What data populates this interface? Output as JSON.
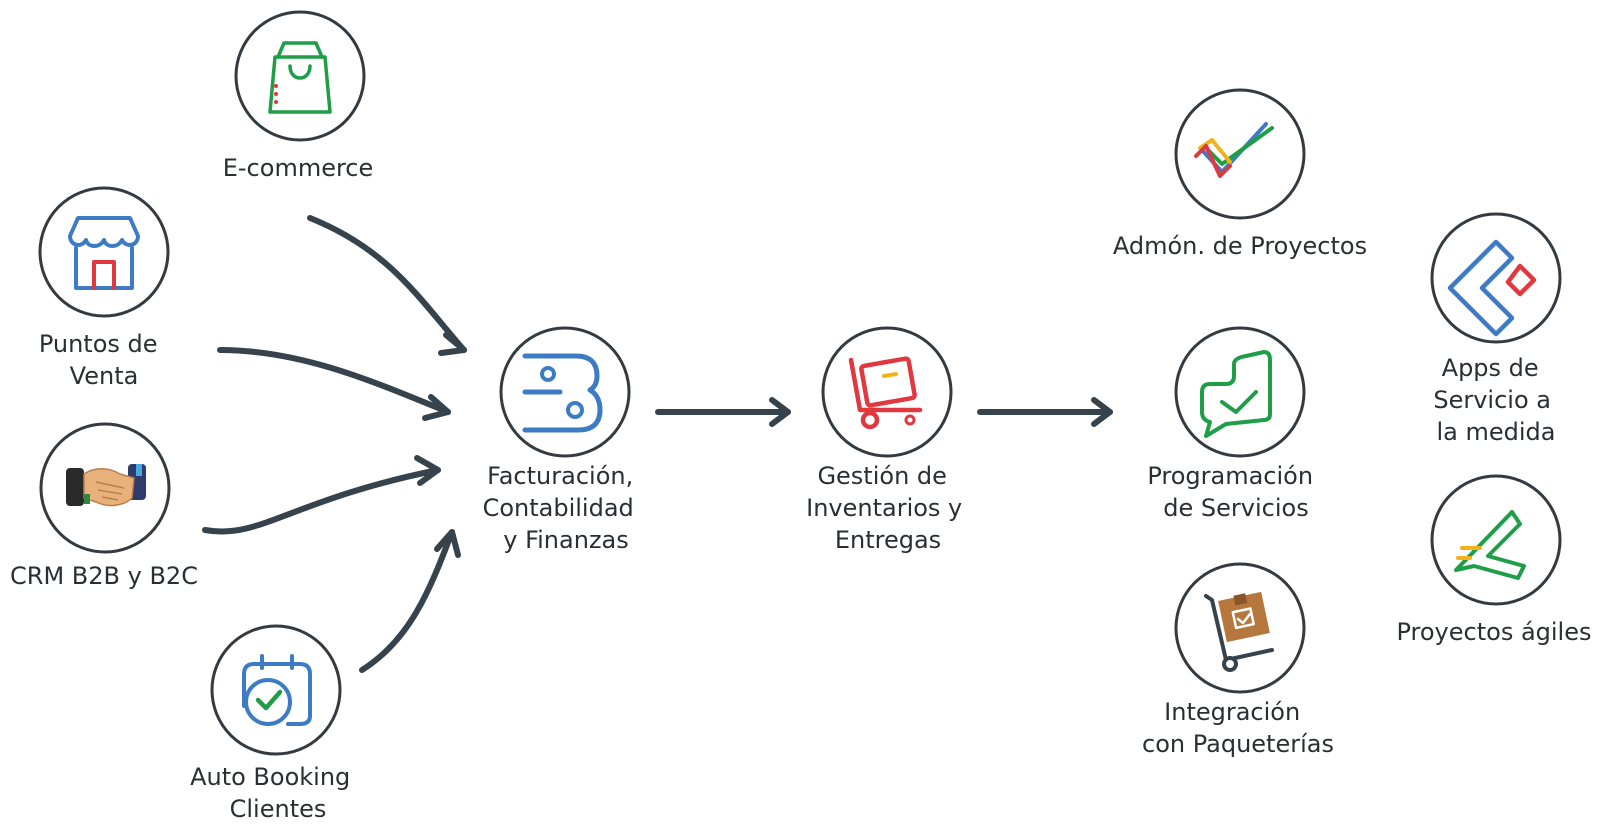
{
  "nodes": {
    "ecommerce": {
      "label_lines": [
        "E-commerce"
      ]
    },
    "puntos_venta": {
      "label_lines": [
        "Puntos de",
        "Venta"
      ]
    },
    "crm": {
      "label_lines": [
        "CRM B2B y B2C"
      ]
    },
    "auto_booking": {
      "label_lines": [
        "Auto Booking",
        "Clientes"
      ]
    },
    "facturacion": {
      "label_lines": [
        "Facturación,",
        "Contabilidad",
        "y Finanzas"
      ]
    },
    "inventarios": {
      "label_lines": [
        "Gestión de",
        "Inventarios y",
        "Entregas"
      ]
    },
    "proyectos": {
      "label_lines": [
        "Admón. de Proyectos"
      ]
    },
    "programacion": {
      "label_lines": [
        "Programación",
        "de Servicios"
      ]
    },
    "paqueterias": {
      "label_lines": [
        "Integración",
        "con Paqueterías"
      ]
    },
    "apps_servicio": {
      "label_lines": [
        "Apps de",
        "Servicio a",
        "la medida"
      ]
    },
    "agiles": {
      "label_lines": [
        "Proyectos ágiles"
      ]
    }
  },
  "icons": {
    "ecommerce": "shopping-bag-icon",
    "puntos_venta": "store-icon",
    "crm": "handshake-icon",
    "auto_booking": "calendar-check-icon",
    "facturacion": "books-logo-icon",
    "inventarios": "hand-truck-icon",
    "proyectos": "projects-check-icon",
    "programacion": "fsm-chat-check-icon",
    "paqueterias": "parcel-cart-icon",
    "apps_servicio": "creator-logo-icon",
    "agiles": "sprints-logo-icon"
  },
  "colors": {
    "ring": "#333a40",
    "arrow": "#37434c",
    "text": "#2b2f33",
    "blue": "#3d7bc4",
    "green": "#1e9e47",
    "red": "#e0383e",
    "yellow": "#f2b21b",
    "brown": "#b5773b"
  }
}
